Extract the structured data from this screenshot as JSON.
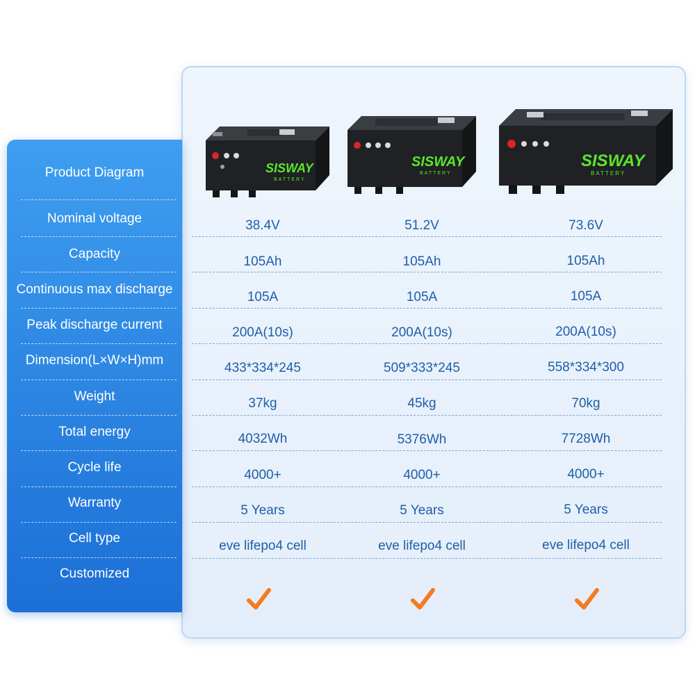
{
  "labels": [
    "Product Diagram",
    "Nominal voltage",
    "Capacity",
    "Continuous max discharge",
    "Peak discharge current",
    "Dimension(L×W×H)mm",
    "Weight",
    "Total energy",
    "Cycle life",
    "Warranty",
    "Cell type",
    "Customized"
  ],
  "products": [
    {
      "brand": "SISWAY",
      "brand_sub": "BATTERY",
      "specs": [
        "38.4V",
        "105Ah",
        "105A",
        "200A(10s)",
        "433*334*245",
        "37kg",
        "4032Wh",
        "4000+",
        "5 Years",
        "eve lifepo4 cell"
      ],
      "customized_icon": "checkmark-icon"
    },
    {
      "brand": "SISWAY",
      "brand_sub": "BATTERY",
      "specs": [
        "51.2V",
        "105Ah",
        "105A",
        "200A(10s)",
        "509*333*245",
        "45kg",
        "5376Wh",
        "4000+",
        "5 Years",
        "eve lifepo4 cell"
      ],
      "customized_icon": "checkmark-icon"
    },
    {
      "brand": "SISWAY",
      "brand_sub": "BATTERY",
      "specs": [
        "73.6V",
        "105Ah",
        "105A",
        "200A(10s)",
        "558*334*300",
        "70kg",
        "7728Wh",
        "4000+",
        "5 Years",
        "eve lifepo4 cell"
      ],
      "customized_icon": "checkmark-icon"
    }
  ],
  "colors": {
    "label_column": "#2a86e4",
    "value_text": "#1d5fa8",
    "check": "#f47b20",
    "brand_green": "#5be62a"
  }
}
